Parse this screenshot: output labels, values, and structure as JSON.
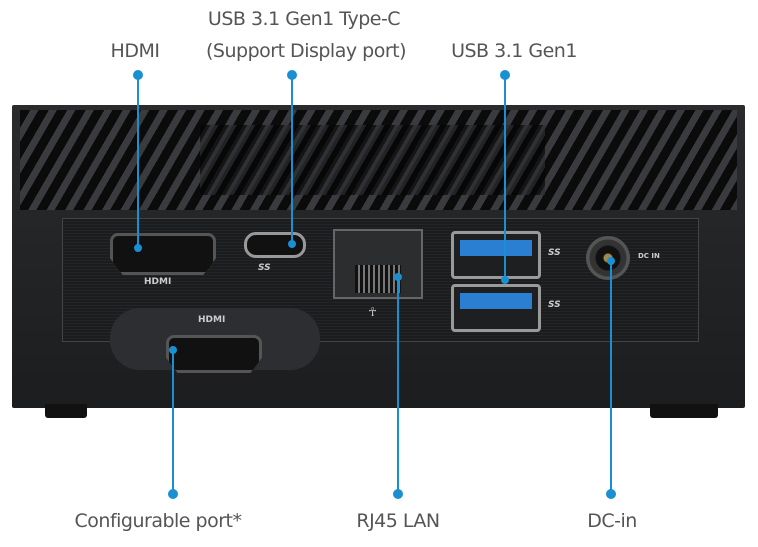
{
  "labels": {
    "hdmi_top": "HDMI",
    "usbc_line1": "USB 3.1 Gen1 Type-C",
    "usbc_line2": "(Support Display port)",
    "usb_a": "USB 3.1 Gen1",
    "configurable": "Configurable port*",
    "rj45": "RJ45 LAN",
    "dc_in": "DC-in"
  },
  "device_marks": {
    "hdmi_port": "HDMI",
    "config_hdmi": "HDMI",
    "ss_mark": "SS",
    "dc_mark": "DC IN"
  },
  "colors": {
    "callout": "#1a8fd1"
  }
}
